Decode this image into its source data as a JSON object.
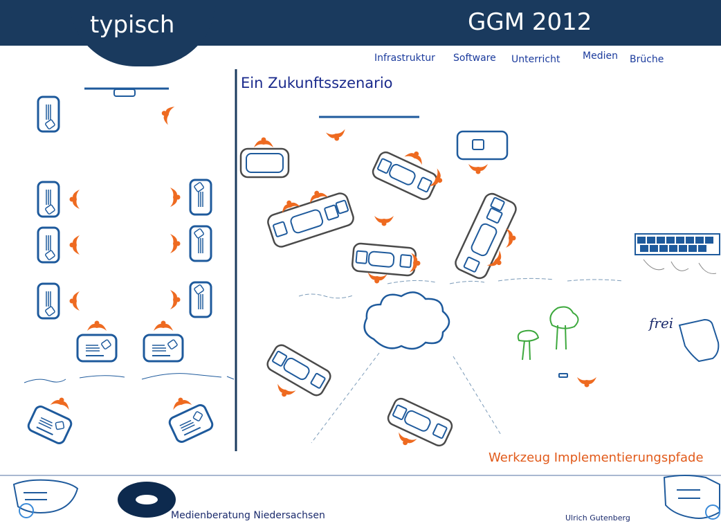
{
  "header": {
    "left_title": "typisch",
    "right_title": "GGM 2012"
  },
  "nav": {
    "items": [
      "Infrastruktur",
      "Software",
      "Unterricht",
      "Medien",
      "Brüche"
    ]
  },
  "main": {
    "scenario_title": "Ein Zukunftsszenario",
    "werkzeug_link": "Werkzeug Implementierungspfade",
    "handwritten_word": "frei"
  },
  "footer": {
    "organization": "Medienberatung Niedersachsen",
    "author": "Ulrich Gutenberg"
  },
  "colors": {
    "header_bg": "#1a3a5e",
    "table_blue": "#1e5a9c",
    "table_gray": "#4a4a4a",
    "person_orange": "#ee6a20",
    "tree_green": "#3ca83c",
    "accent_red": "#e15a1a"
  },
  "icons": [
    "logo-icon",
    "hand-left-icon",
    "hand-right-icon",
    "keyboard-icon",
    "pointing-hand-icon",
    "cloud-icon",
    "tree-icon"
  ]
}
